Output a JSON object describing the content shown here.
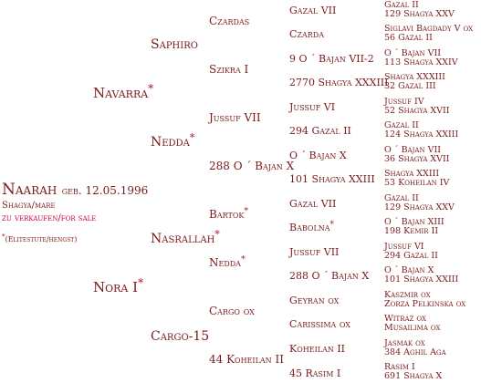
{
  "subject": {
    "name": "Naarah",
    "born": "geb. 12.05.1996",
    "sex": "Shagya/mare",
    "sale": "zu verkaufen/for sale",
    "note_star": "*",
    "note": "(Elitestute/hengst)"
  },
  "gen1": {
    "sire": "Navarra",
    "sire_star": "*",
    "dam": "Nora I",
    "dam_star": "*"
  },
  "gen2": [
    {
      "name": "Saphiro",
      "star": ""
    },
    {
      "name": "Nedda",
      "star": "*"
    },
    {
      "name": "Nasrallah",
      "star": "*"
    },
    {
      "name": "Cargo-15",
      "star": ""
    }
  ],
  "gen3": [
    {
      "name": "Czardas",
      "star": ""
    },
    {
      "name": "Szikra I",
      "star": ""
    },
    {
      "name": "Jussuf VII",
      "star": ""
    },
    {
      "name": "288 O ´ Bajan X",
      "star": ""
    },
    {
      "name": "Bartok",
      "star": "*"
    },
    {
      "name": "Nedda",
      "star": "*"
    },
    {
      "name": "Cargo ox",
      "star": ""
    },
    {
      "name": "44 Koheilan II",
      "star": ""
    }
  ],
  "gen4": [
    {
      "name": "Gazal VII",
      "star": ""
    },
    {
      "name": "Czarda",
      "star": ""
    },
    {
      "name": "9 O ´ Bajan VII-2",
      "star": ""
    },
    {
      "name": "2770 Shagya XXXIII",
      "star": ""
    },
    {
      "name": "Jussuf VI",
      "star": ""
    },
    {
      "name": "294 Gazal II",
      "star": ""
    },
    {
      "name": "O ´ Bajan X",
      "star": ""
    },
    {
      "name": "101 Shagya XXIII",
      "star": ""
    },
    {
      "name": "Gazal VII",
      "star": ""
    },
    {
      "name": "Babolna",
      "star": "*"
    },
    {
      "name": "Jussuf VII",
      "star": ""
    },
    {
      "name": "288 O ´ Bajan X",
      "star": ""
    },
    {
      "name": "Geyran ox",
      "star": ""
    },
    {
      "name": "Carissima ox",
      "star": ""
    },
    {
      "name": "Koheilan II",
      "star": ""
    },
    {
      "name": "45 Rasim I",
      "star": ""
    }
  ],
  "gen5": [
    [
      "Gazal II",
      "129 Shagya XXV"
    ],
    [
      "Siglavi Bagdady V ox",
      "56 Gazal II"
    ],
    [
      "O ´ Bajan VII",
      "113 Shagya XXIV"
    ],
    [
      "Shagya XXXIII",
      "32 Gazal III"
    ],
    [
      "Jussuf IV",
      "52 Shagya XVII"
    ],
    [
      "Gazal II",
      "124 Shagya XXIII"
    ],
    [
      "O ´ Bajan VII",
      "36 Shagya XVII"
    ],
    [
      "Shagya XXIII",
      "53 Koheilan IV"
    ],
    [
      "Gazal II",
      "129 Shagya XXV"
    ],
    [
      "O ´ Bajan XIII",
      "198 Kemir II"
    ],
    [
      "Jussuf VI",
      "294 Gazal II"
    ],
    [
      "O ´ Bajan X",
      "101 Shagya XXIII"
    ],
    [
      "Kaszmir ox",
      "Zorza Pelkinska ox"
    ],
    [
      "Witraz ox",
      "Musailima ox"
    ],
    [
      "Jasmak ox",
      "384 Aghil Aga"
    ],
    [
      "Rasim I",
      "691 Shagya X"
    ]
  ]
}
